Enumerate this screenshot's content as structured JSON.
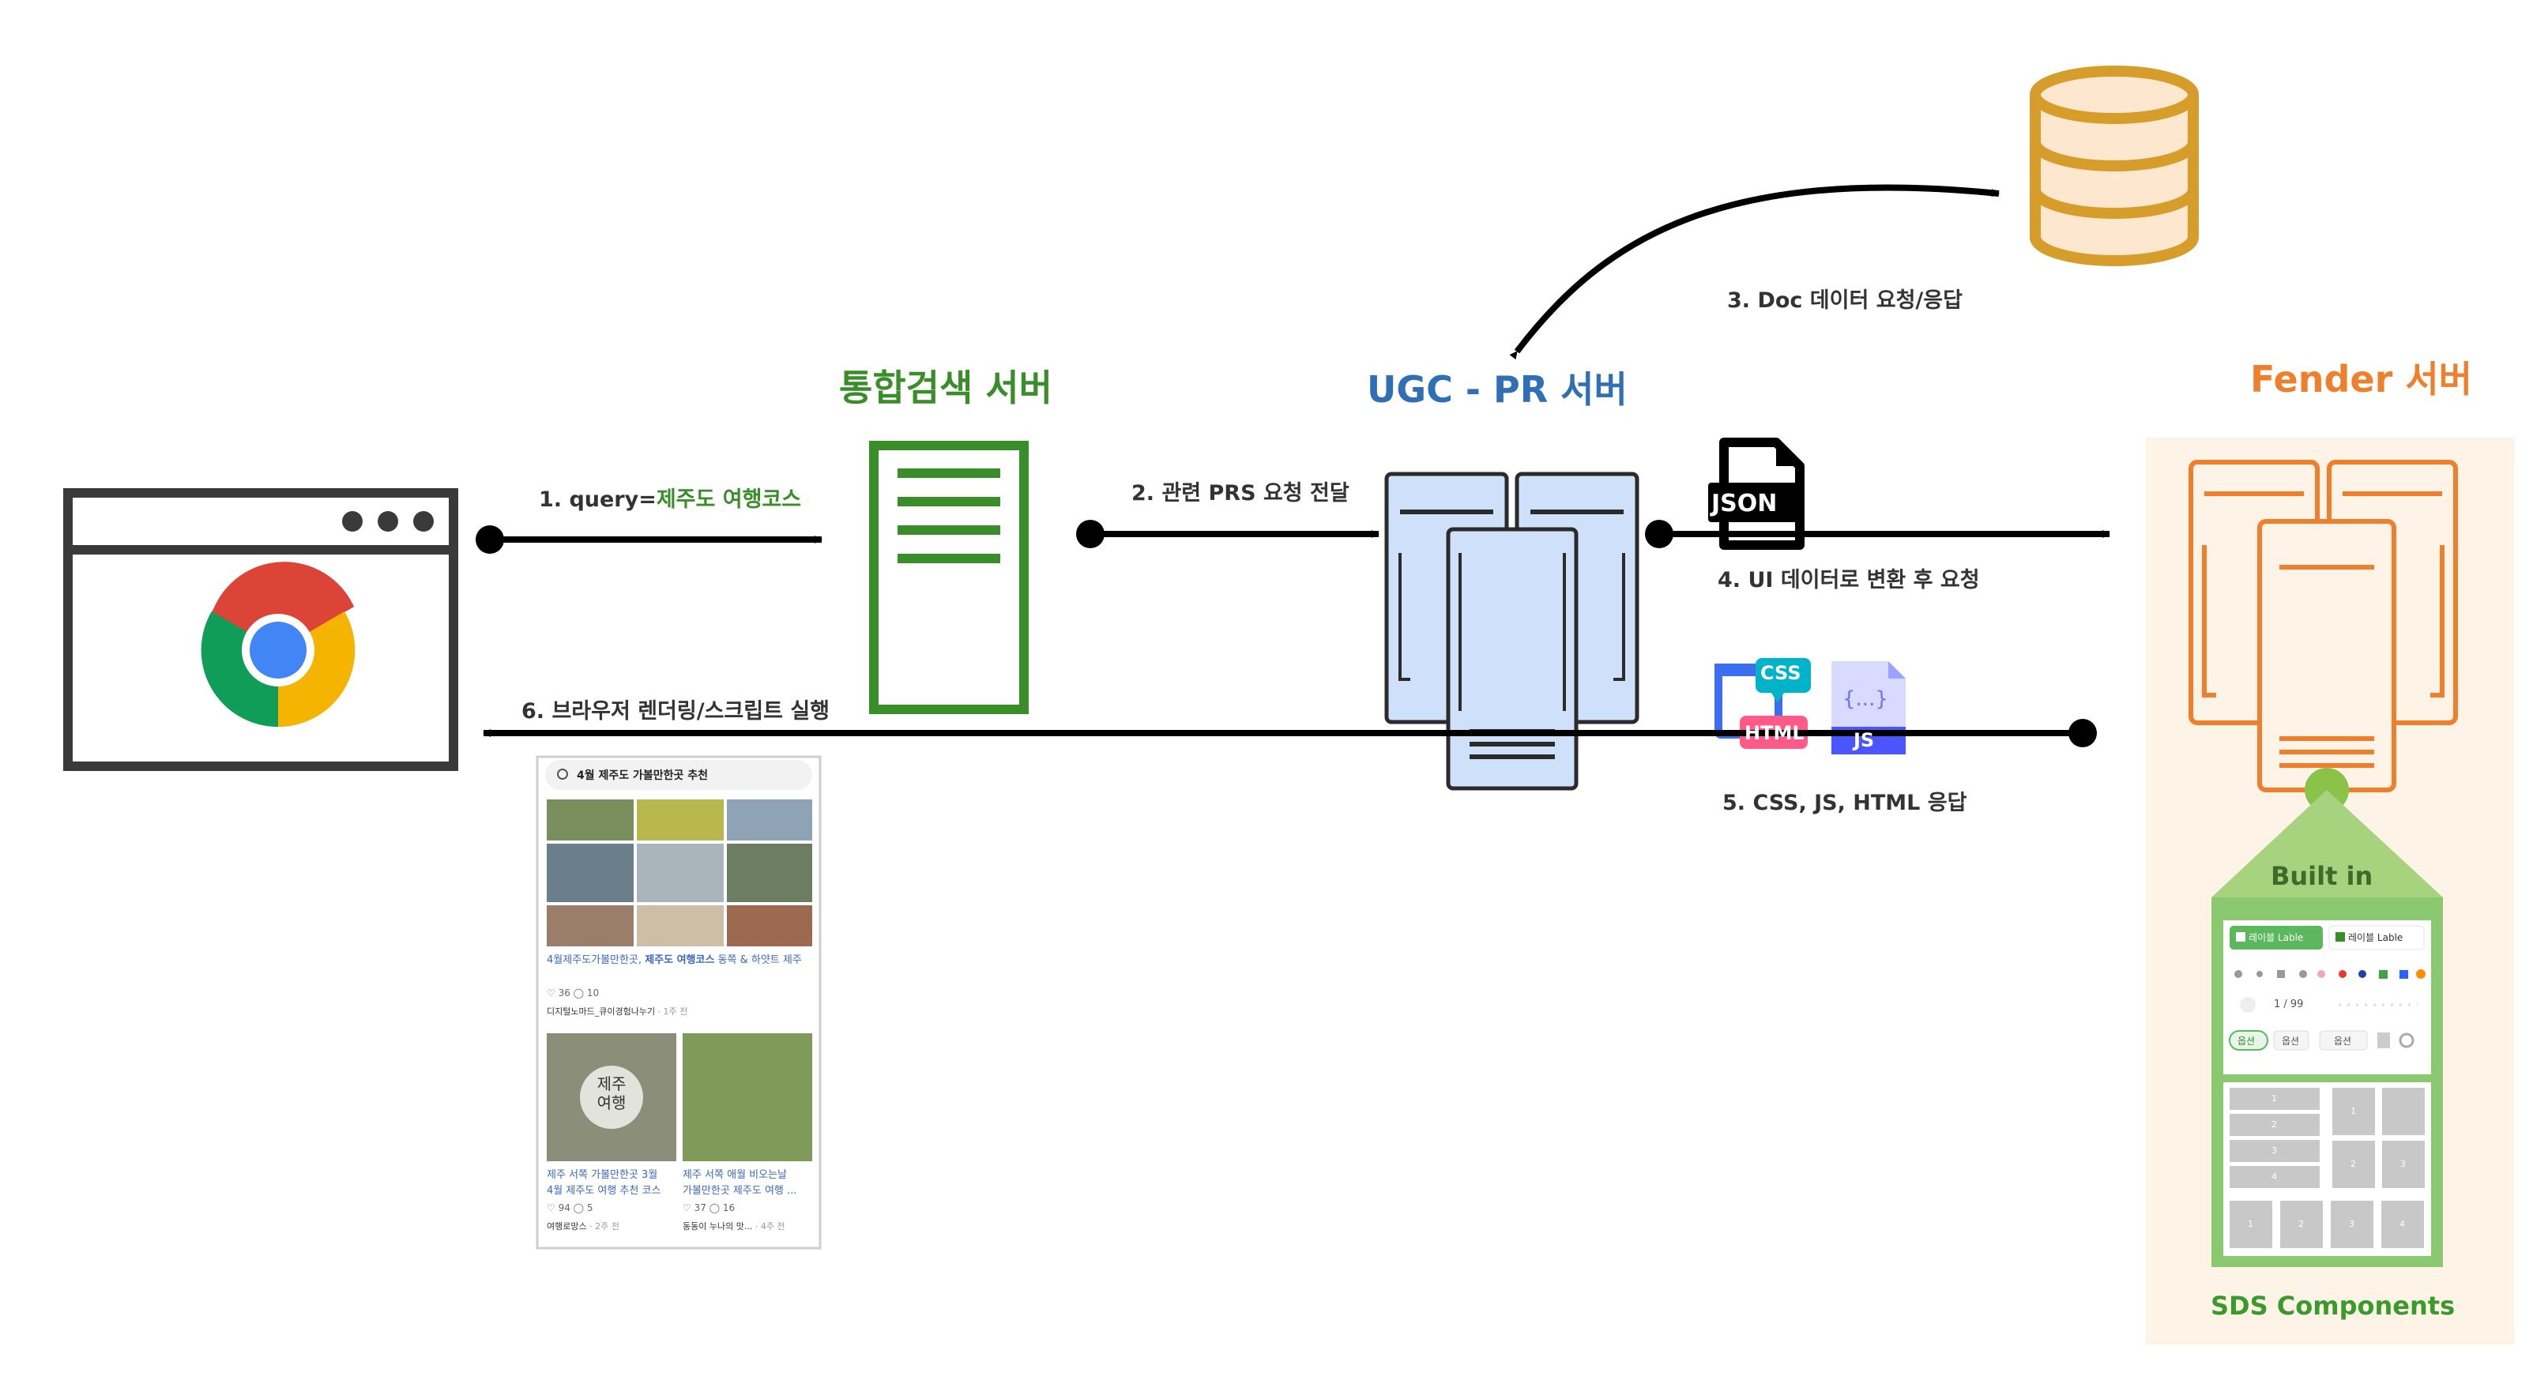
{
  "servers": {
    "search": {
      "title": "통합검색 서버",
      "color": "#3a8e2a"
    },
    "ugc": {
      "title": "UGC - PR 서버",
      "color": "#2f6fb5"
    },
    "fender": {
      "title": "Fender 서버",
      "color": "#ee7f2d"
    }
  },
  "steps": {
    "s1_prefix": "1. query=",
    "s1_query": "제주도 여행코스",
    "s2": "2. 관련 PRS 요청 전달",
    "s3": "3. Doc 데이터 요청/응답",
    "s4": "4. UI 데이터로 변환 후 요청",
    "s5": "5. CSS, JS, HTML 응답",
    "s6": "6. 브라우저 렌더링/스크립트 실행"
  },
  "file_icons": {
    "json": "JSON",
    "css": "CSS",
    "html": "HTML",
    "js": "JS",
    "js_braces": "{...}"
  },
  "built_in": "Built in",
  "sds_components": "SDS Components",
  "sds_preview": {
    "tab_active": "레이블 Lable",
    "tab_inactive": "레이블 Lable",
    "pager": "1 / 99",
    "buttons": [
      "옵션",
      "옵션",
      "옵션"
    ],
    "keypad": [
      "1",
      "2",
      "3",
      "4",
      "1",
      "2",
      "3",
      "1",
      "2",
      "3",
      "4"
    ]
  },
  "mobile": {
    "search_text": "4월 제주도 가볼만한곳 추천",
    "card1_title_plain": "4월제주도가볼만한곳, ",
    "card1_title_bold": "제주도 여행코스",
    "card1_title_rest": " 동쪽 & 하얏트 제주",
    "card1_stats": "♡ 36  ◯ 10",
    "card1_author": "디지털노마드_큐이경험나누기",
    "card1_time": "· 1주 전",
    "badge_text": "제주 여행",
    "card2_title_line1": "제주 서쪽 가볼만한곳 3월",
    "card2_title_line2": "4월 제주도 여행 추천 코스",
    "card2_stats": "♡ 94  ◯ 5",
    "card2_author": "여행로망스",
    "card2_time": "· 2주 전",
    "card3_title_line1": "제주 서쪽 애월 비오는날",
    "card3_title_line2": "가볼만한곳 제주도 여행 ...",
    "card3_stats": "♡ 37  ◯ 16",
    "card3_author": "동동이 누나의 맛...",
    "card3_time": "· 4주 전"
  }
}
